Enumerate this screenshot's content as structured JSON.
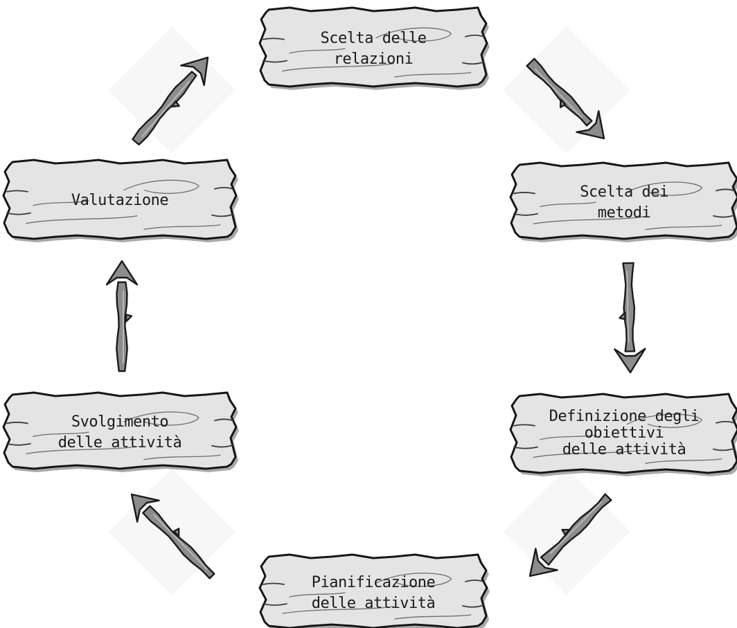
{
  "diagram": {
    "boards": [
      {
        "id": "relazioni",
        "lines": [
          "Scelta delle",
          "relazioni"
        ]
      },
      {
        "id": "metodi",
        "lines": [
          "Scelta dei",
          "metodi"
        ]
      },
      {
        "id": "obiettivi",
        "lines": [
          "Definizione degli",
          "obiettivi",
          "delle attività"
        ]
      },
      {
        "id": "pianificazione",
        "lines": [
          "Pianificazione",
          "delle attività"
        ]
      },
      {
        "id": "svolgimento",
        "lines": [
          "Svolgimento",
          "delle attività"
        ]
      },
      {
        "id": "valutazione",
        "lines": [
          "Valutazione"
        ]
      }
    ],
    "flow": [
      {
        "from": "valutazione",
        "to": "relazioni"
      },
      {
        "from": "relazioni",
        "to": "metodi"
      },
      {
        "from": "metodi",
        "to": "obiettivi"
      },
      {
        "from": "obiettivi",
        "to": "pianificazione"
      },
      {
        "from": "pianificazione",
        "to": "svolgimento"
      },
      {
        "from": "svolgimento",
        "to": "valutazione"
      }
    ]
  }
}
